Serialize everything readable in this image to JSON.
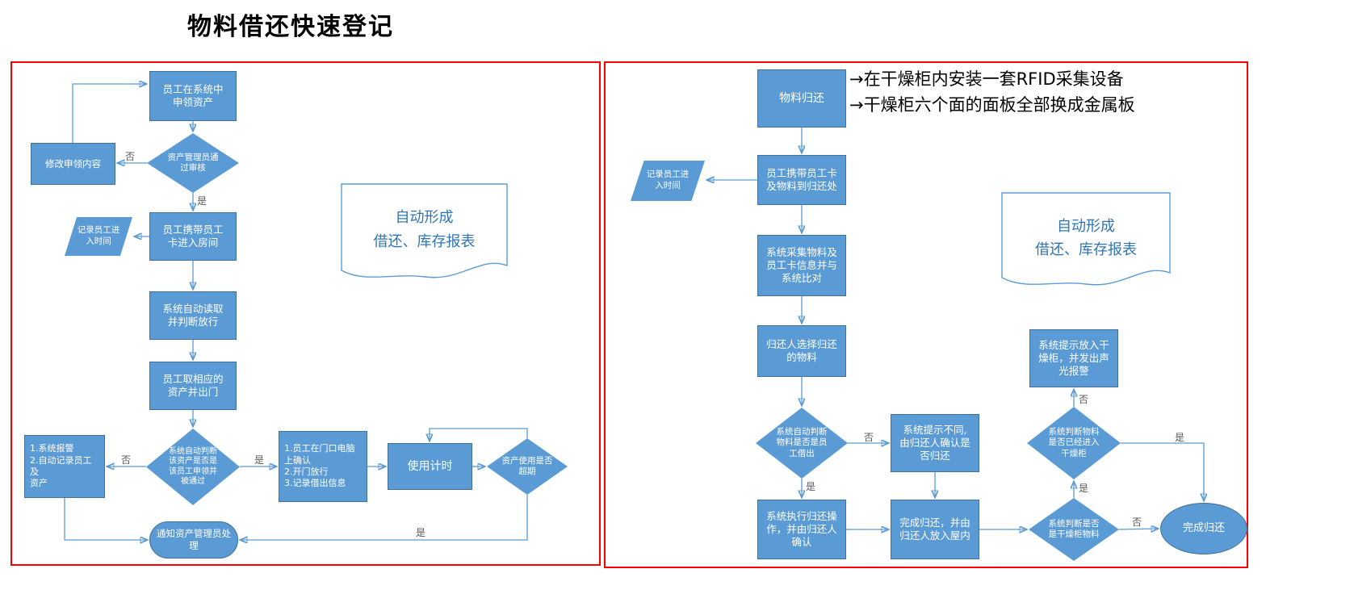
{
  "title": "物料借还快速登记",
  "colors": {
    "node_fill": "#5B9BD5",
    "node_border": "#41719C",
    "panel_border": "#FF0000",
    "connector": "#5B9BD5",
    "doc_text": "#2E75B6",
    "label": "#595959"
  },
  "labels": {
    "yes": "是",
    "no": "否"
  },
  "annotations": {
    "line1": "→在干燥柜内安装一套RFID采集设备",
    "line2": "→干燥柜六个面的面板全部换成金属板"
  },
  "left": {
    "apply": "员工在系统中\n申领资产",
    "review": "资产管理员通\n过审核",
    "modify": "修改申领内容",
    "enter_room": "员工携带员工\n卡进入房间",
    "record_time": "记录员工进\n入时间",
    "auto_read": "系统自动读取\n并判断放行",
    "take_asset": "员工取相应的\n资产并出门",
    "judge_asset": "系统自动判断\n该资产是否是\n该员工申领并\n被通过",
    "alarm": "1.系统报警\n2.自动记录员工及\n资产",
    "confirm": "1.员工在门口电脑\n上确认\n2.开门放行\n3.记录借出信息",
    "timing": "使用计时",
    "overdue": "资产使用是否\n超期",
    "notify": "通知资产管理员处\n理",
    "report": "自动形成\n借还、库存报表"
  },
  "right": {
    "return_start": "物料归还",
    "carry": "员工携带员工卡\n及物料到归还处",
    "record_time": "记录员工进\n入时间",
    "collect": "系统采集物料及\n员工卡信息并与\n系统比对",
    "select": "归还人选择归还\n的物料",
    "judge_borrow": "系统自动判断\n物料是否是员\n工借出",
    "prompt_diff": "系统提示不同,\n由归还人确认是\n否归还",
    "execute": "系统执行归还操\n作，并由归还人\n确认",
    "complete_put": "完成归还，并由\n归还人放入屋内",
    "judge_cabinet": "系统判断是否\n是干燥柜物料",
    "complete": "完成归还",
    "judge_entered": "系统判断物料\n是否已经进入\n干燥柜",
    "prompt_cabinet": "系统提示放入干\n燥柜，并发出声\n光报警",
    "report": "自动形成\n借还、库存报表"
  }
}
